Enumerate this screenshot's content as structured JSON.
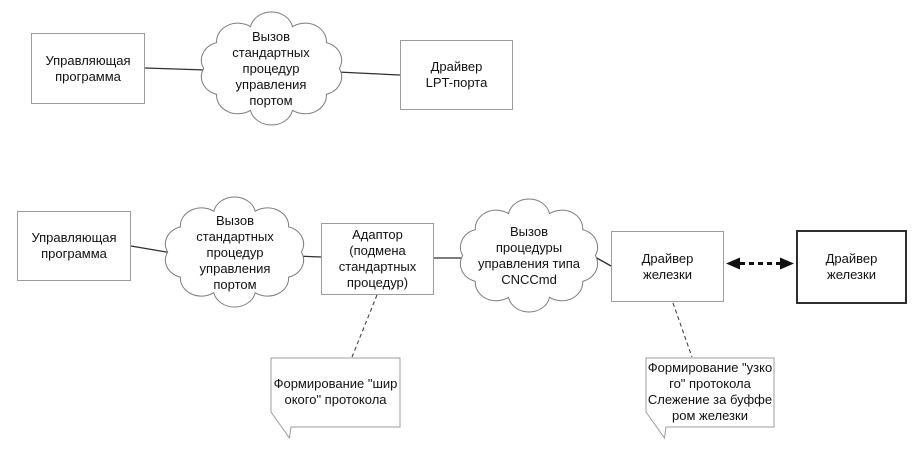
{
  "diagram": {
    "boxes": {
      "control_top": "Управляющая\nпрограмма",
      "lpt_driver": "Драйвер\nLPT-порта",
      "control_bottom": "Управляющая\nпрограмма",
      "adapter": "Адаптор\n(подмена\nстандартных\nпроцедур)",
      "hw_driver_left": "Драйвер\nжелезки",
      "hw_driver_right": "Драйвер\nжелезки"
    },
    "clouds": {
      "std_call_top": "Вызов\nстандартных\nпроцедур\nуправления\nпортом",
      "std_call_bottom": "Вызов\nстандартных\nпроцедур\nуправления\nпортом",
      "cncc_call": "Вызов\nпроцедуры\nуправления типа\nCNCCmd"
    },
    "notes": {
      "wide_protocol": "Формирование \"шир\nокого\" протокола",
      "narrow_protocol": "Формирование \"узко\nго\" протокола\nСлежение за буффе\nром железки"
    },
    "colors": {
      "background": "#ffffff",
      "box_border": "#9c9c9c",
      "strong_box_border": "#2e2e2e",
      "cloud_stroke": "#7d7d7d",
      "note_border": "#9c9c9c",
      "connector": "#303030",
      "text": "#111111"
    }
  }
}
